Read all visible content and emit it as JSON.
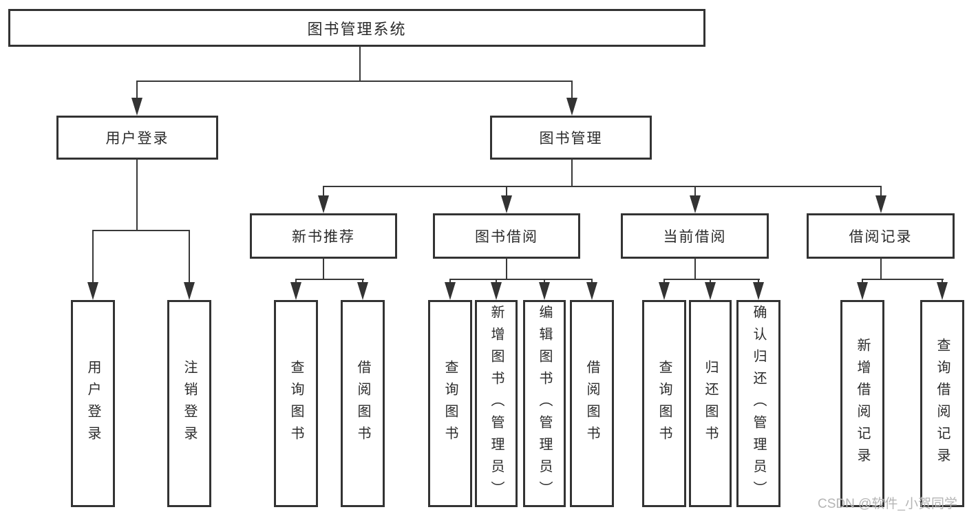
{
  "tree": {
    "label": "图书管理系统",
    "children": [
      {
        "label": "用户登录",
        "children": [
          {
            "label": "用户登录"
          },
          {
            "label": "注销登录"
          }
        ]
      },
      {
        "label": "图书管理",
        "children": [
          {
            "label": "新书推荐",
            "children": [
              {
                "label": "查询图书"
              },
              {
                "label": "借阅图书"
              }
            ]
          },
          {
            "label": "图书借阅",
            "children": [
              {
                "label": "查询图书"
              },
              {
                "label": "新增图书（管理员）"
              },
              {
                "label": "编辑图书（管理员）"
              },
              {
                "label": "借阅图书"
              }
            ]
          },
          {
            "label": "当前借阅",
            "children": [
              {
                "label": "查询图书"
              },
              {
                "label": "归还图书"
              },
              {
                "label": "确认归还（管理员）"
              }
            ]
          },
          {
            "label": "借阅记录",
            "children": [
              {
                "label": "新增借阅记录"
              },
              {
                "label": "查询借阅记录"
              }
            ]
          }
        ]
      }
    ]
  },
  "watermark": {
    "text": "CSDN @软件_小贺同学"
  },
  "colors": {
    "line": "#333333",
    "text": "#2b2b2b",
    "watermark": "#b5b5b5",
    "background": "#ffffff"
  }
}
